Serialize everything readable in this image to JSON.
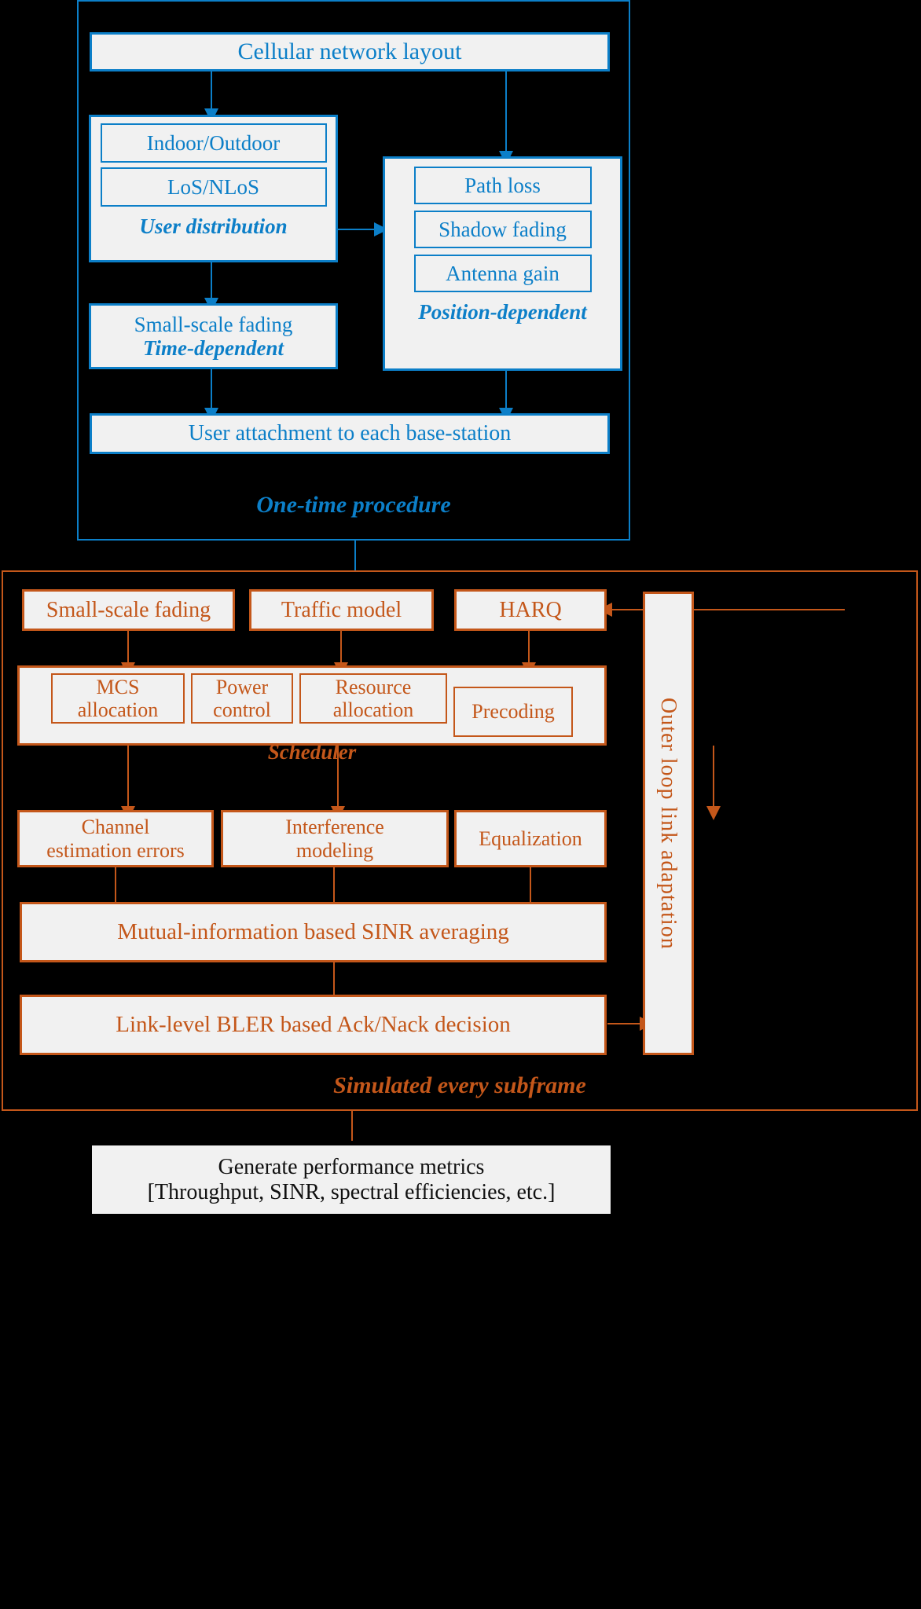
{
  "colors": {
    "background": "#000000",
    "blue": "#0c7fc8",
    "orange": "#c4571a",
    "box_fill": "#f1f1f1",
    "black_text": "#111111"
  },
  "diagram": {
    "title_implicit": "System-level simulation flow",
    "panels": [
      {
        "name": "one-time-procedure",
        "caption": "One-time procedure",
        "color": "#0c7fc8"
      },
      {
        "name": "simulated-every-subframe",
        "caption": "Simulated every subframe",
        "color": "#c4571a"
      }
    ]
  },
  "upper": {
    "cellular_network_layout": "Cellular network layout",
    "user_distribution": {
      "items": [
        "Indoor/Outdoor",
        "LoS/NLoS"
      ],
      "caption": "User distribution"
    },
    "position_dependent": {
      "items": [
        "Path loss",
        "Shadow fading",
        "Antenna gain"
      ],
      "caption": "Position-dependent"
    },
    "small_scale_fading": {
      "title": "Small-scale fading",
      "caption": "Time-dependent"
    },
    "user_attachment": "User attachment to each base-station",
    "panel_caption": "One-time procedure"
  },
  "lower": {
    "top_row": [
      "Small-scale fading",
      "Traffic model",
      "HARQ"
    ],
    "scheduler": {
      "items": [
        "MCS\nallocation",
        "Power\ncontrol",
        "Resource\nallocation",
        "Precoding"
      ],
      "items_flat": [
        "MCS allocation",
        "Power control",
        "Resource allocation",
        "Precoding"
      ],
      "caption": "Scheduler"
    },
    "processing_row": [
      "Channel\nestimation errors",
      "Interference\nmodeling",
      "Equalization"
    ],
    "processing_row_flat": [
      "Channel estimation errors",
      "Interference modeling",
      "Equalization"
    ],
    "mi_sinr": "Mutual-information based SINR averaging",
    "bler": "Link-level BLER based Ack/Nack decision",
    "outer_loop": "Outer loop link adaptation",
    "panel_caption": "Simulated every subframe"
  },
  "footer": {
    "line1": "Generate performance metrics",
    "line2": "[Throughput, SINR, spectral efficiencies, etc.]"
  }
}
